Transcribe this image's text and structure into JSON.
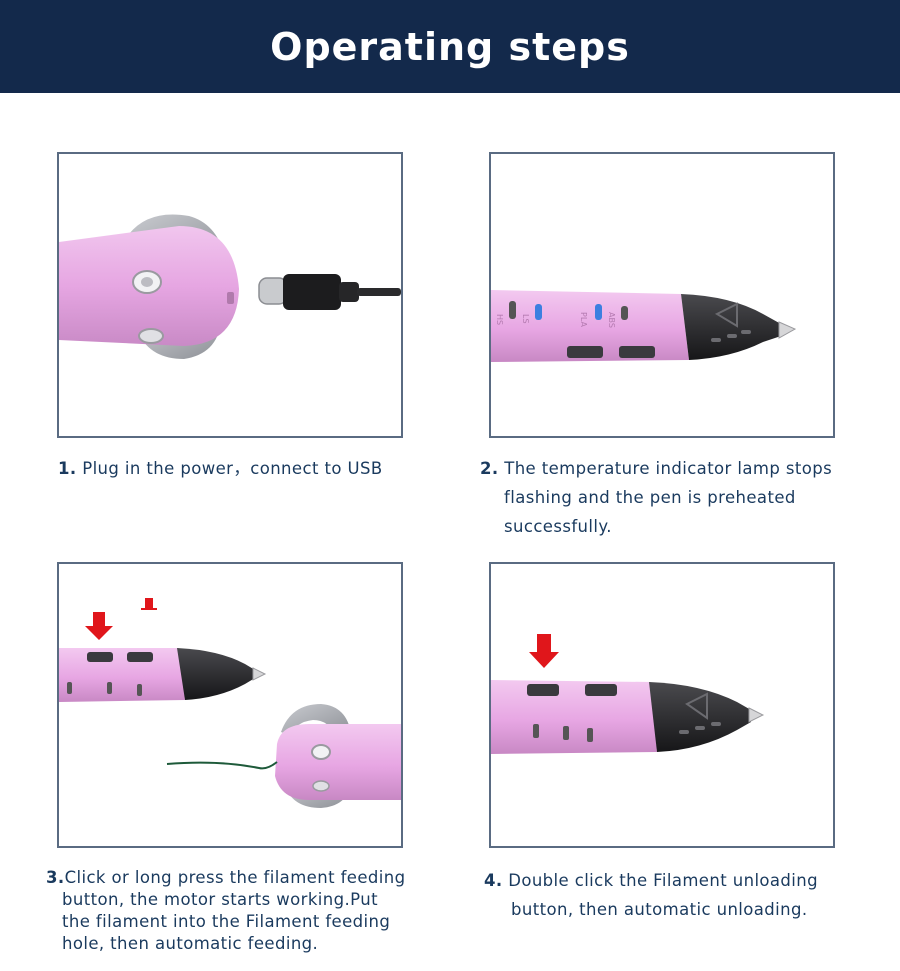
{
  "header": {
    "title": "Operating steps"
  },
  "colors": {
    "banner": "#13294b",
    "caption_text": "#1a3a5e",
    "pen_pink": "#e7a9e3",
    "arrow_red": "#e0161b"
  },
  "steps": [
    {
      "number": "1.",
      "lines": [
        "Plug in the power，connect to USB"
      ]
    },
    {
      "number": "2.",
      "lines": [
        "The temperature indicator lamp stops",
        "flashing and the pen is preheated",
        "successfully."
      ]
    },
    {
      "number": "3.",
      "lines": [
        "Click or long press the filament feeding",
        "button, the motor starts working.Put",
        "the filament into the Filament feeding",
        "hole, then automatic feeding."
      ]
    },
    {
      "number": "4.",
      "lines": [
        "Double click the Filament unloading",
        "button, then automatic unloading."
      ]
    }
  ],
  "pen_labels": {
    "mode_a": "HS",
    "mode_b": "LS",
    "mat_a": "PLA",
    "mat_b": "ABS"
  }
}
